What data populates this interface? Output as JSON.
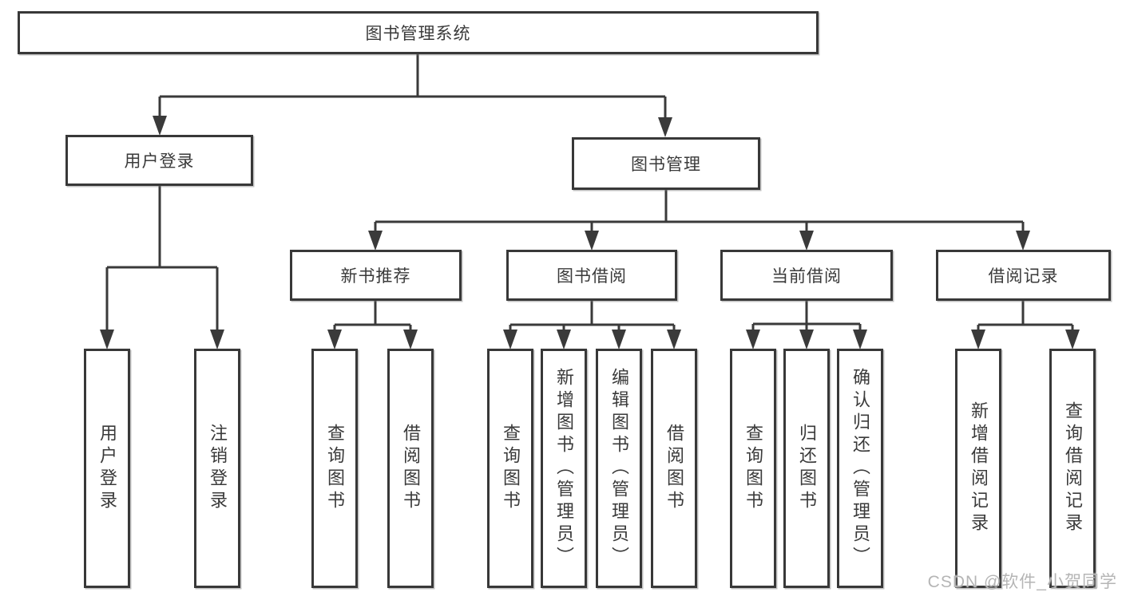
{
  "diagram": {
    "root": {
      "label": "图书管理系统"
    },
    "level2": [
      {
        "label": "用户登录"
      },
      {
        "label": "图书管理"
      }
    ],
    "level3": [
      {
        "label": "新书推荐"
      },
      {
        "label": "图书借阅"
      },
      {
        "label": "当前借阅"
      },
      {
        "label": "借阅记录"
      }
    ],
    "leaves": {
      "user_login": [
        "用户登录",
        "注销登录"
      ],
      "new_books": [
        "查询图书",
        "借阅图书"
      ],
      "book_borrow": [
        "查询图书",
        "新增图书（管理员）",
        "编辑图书（管理员）",
        "借阅图书"
      ],
      "current_borrow": [
        "查询图书",
        "归还图书",
        "确认归还（管理员）"
      ],
      "borrow_records": [
        "新增借阅记录",
        "查询借阅记录"
      ]
    }
  },
  "watermark": {
    "text": "CSDN @软件_小贺同学"
  },
  "colors": {
    "line": "#3a3a3a",
    "box_border": "#383838",
    "text": "#3a3a3a",
    "watermark": "#b5b5b5",
    "background": "#ffffff"
  }
}
